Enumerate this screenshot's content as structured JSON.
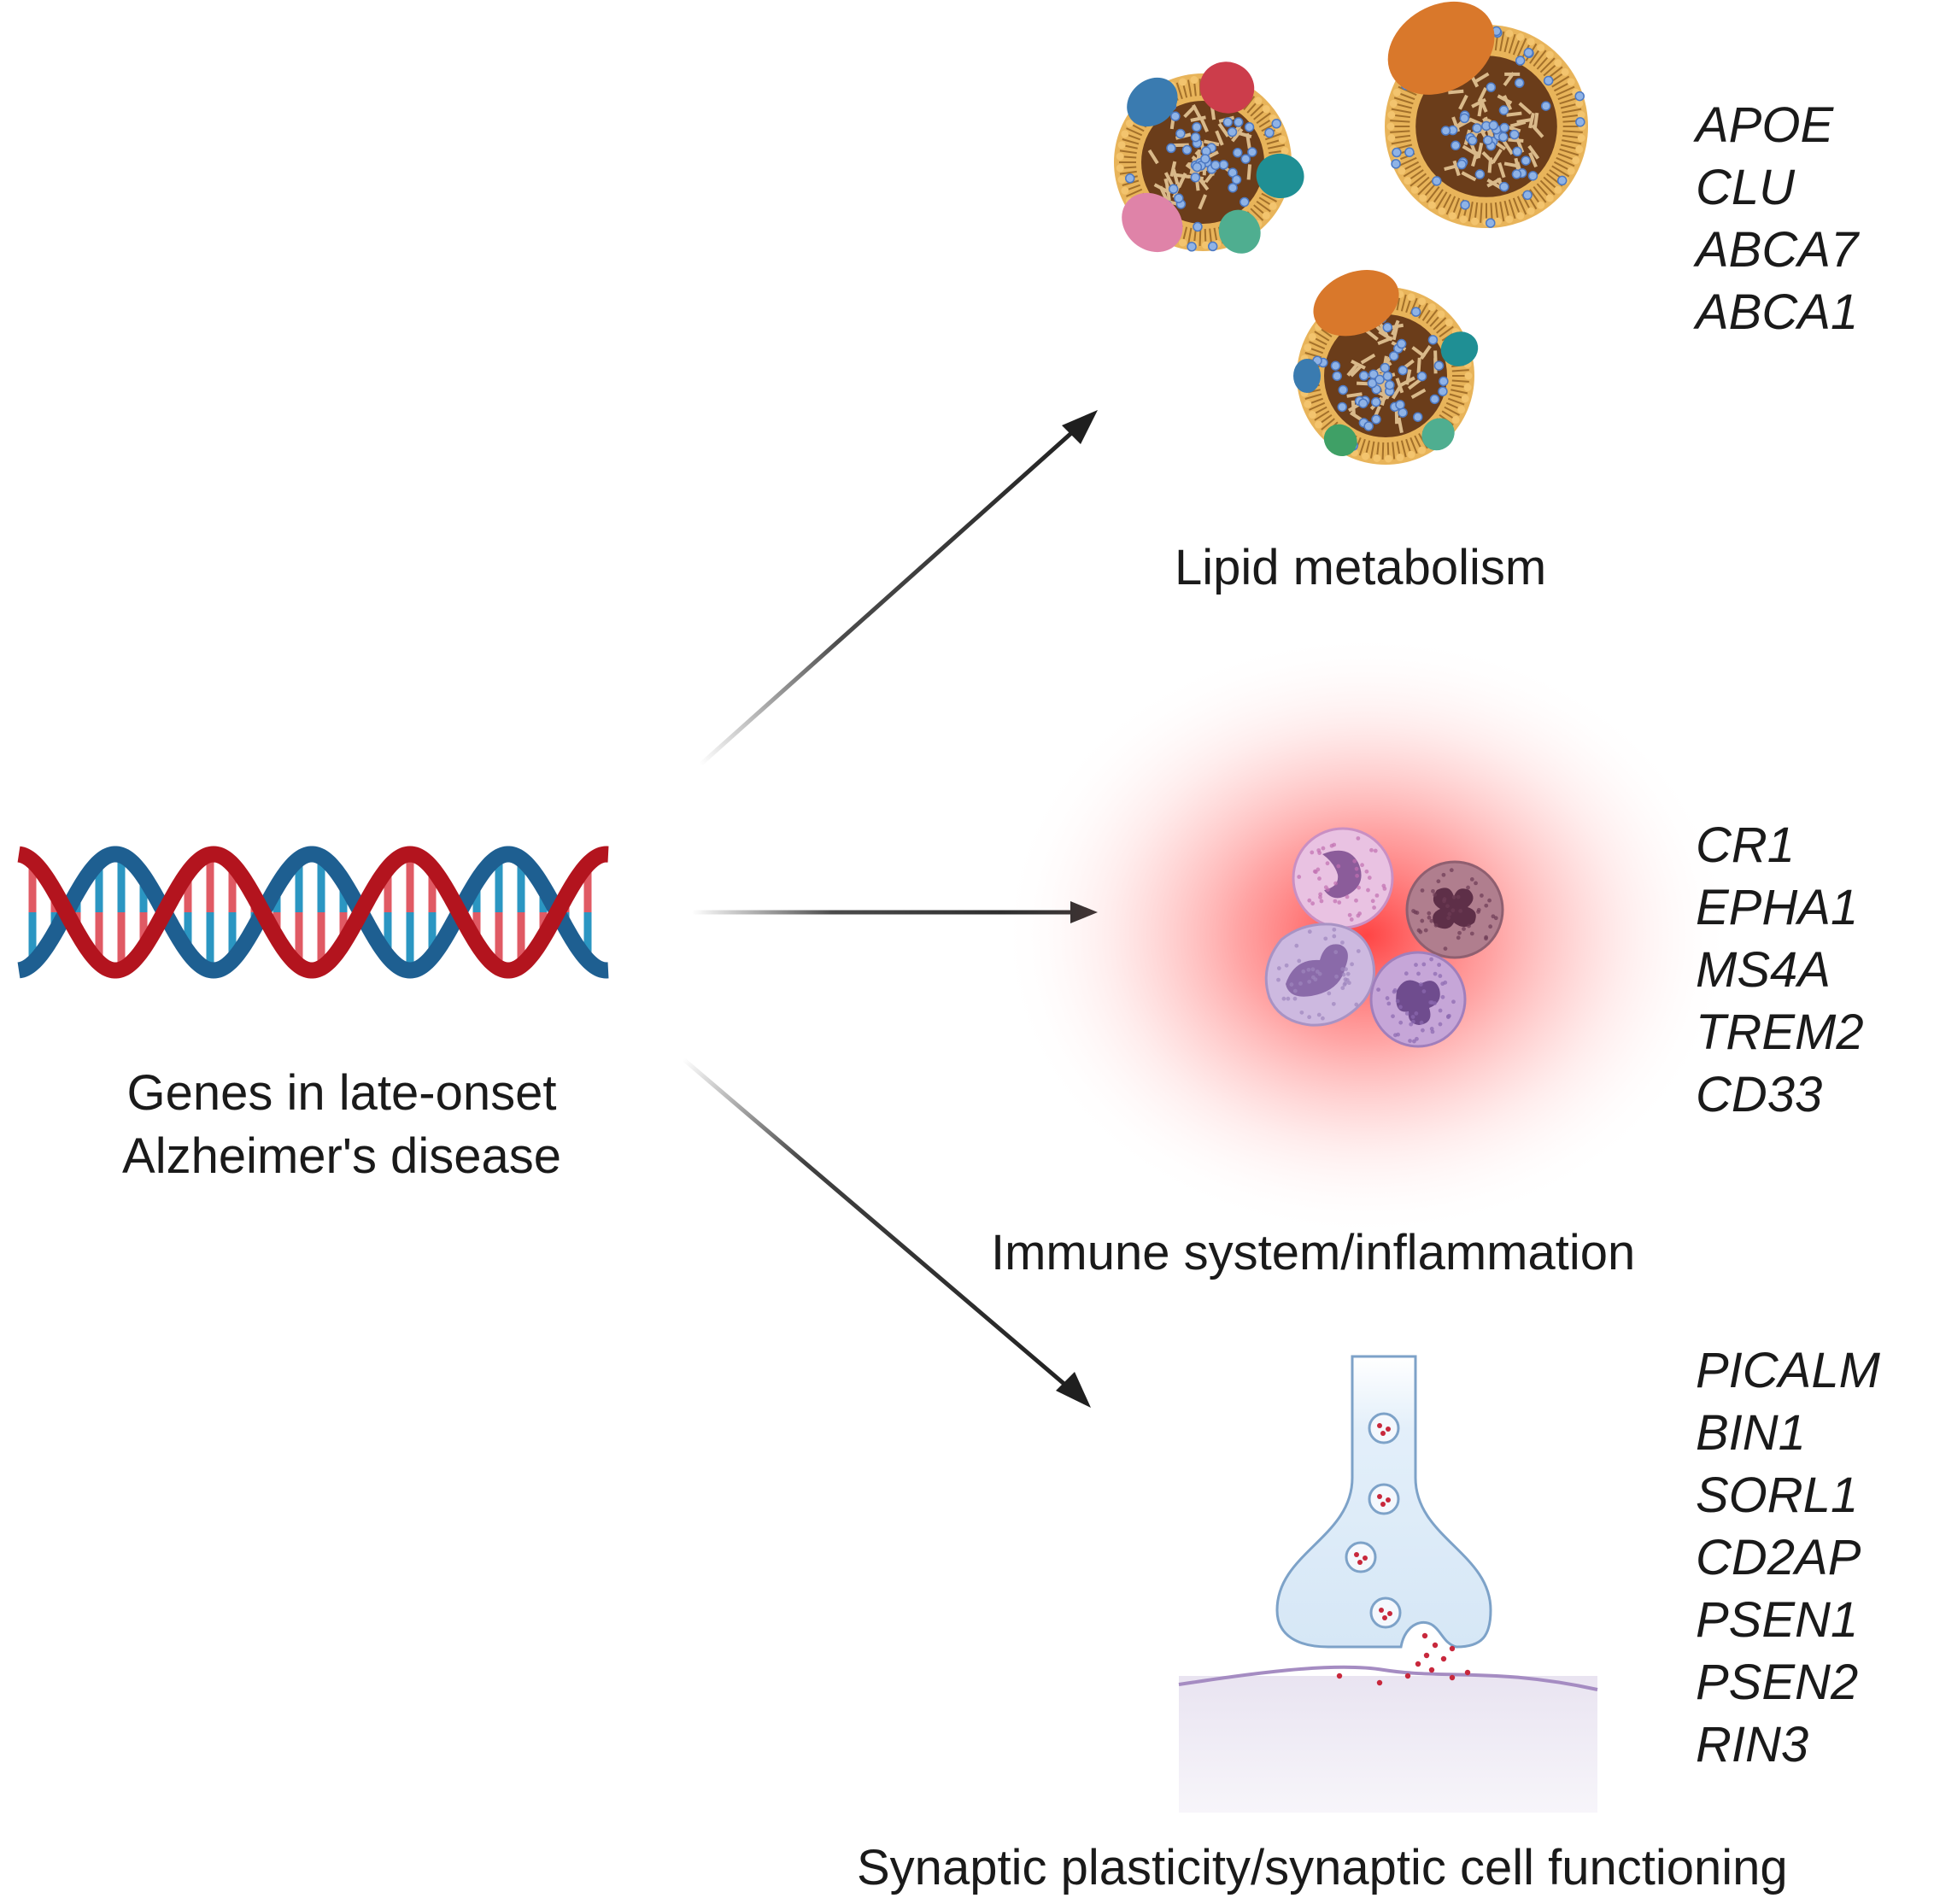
{
  "center": {
    "line1": "Genes in late-onset",
    "line2": "Alzheimer's disease"
  },
  "groups": [
    {
      "label": "Lipid metabolism",
      "genes": [
        "APOE",
        "CLU",
        "ABCA7",
        "ABCA1"
      ]
    },
    {
      "label": "Immune system/inflammation",
      "genes": [
        "CR1",
        "EPHA1",
        "MS4A",
        "TREM2",
        "CD33"
      ]
    },
    {
      "label": "Synaptic plasticity/synaptic cell functioning",
      "genes": [
        "PICALM",
        "BIN1",
        "SORL1",
        "CD2AP",
        "PSEN1",
        "PSEN2",
        "RIN3"
      ]
    }
  ],
  "colors": {
    "dna_red": "#b3141e",
    "dna_blue": "#1e5f91",
    "rung_red": "#e05a64",
    "rung_blue": "#2b96c2",
    "lipo_shell": "#e8b45a",
    "lipo_core": "#6b3d1a",
    "inflammation": "#ff3b3b",
    "cell_purple": "#c9a2cc",
    "neuron": "#dcebf8",
    "arrow": "#1f1f1f"
  },
  "icons": [
    "dna-icon",
    "lipoprotein-icon",
    "immune-cell-icon",
    "synapse-icon"
  ]
}
